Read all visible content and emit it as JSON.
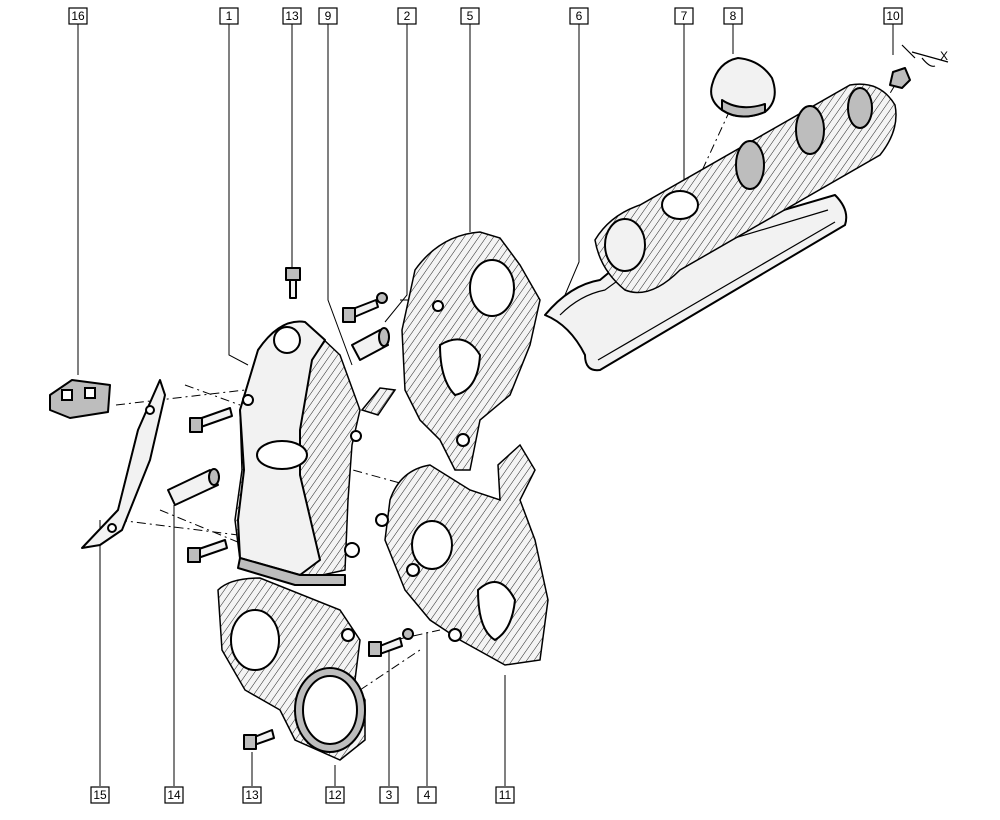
{
  "callouts_top": [
    "16",
    "1",
    "13",
    "9",
    "2",
    "5",
    "6",
    "7",
    "8",
    "10"
  ],
  "callouts_bottom": [
    "15",
    "14",
    "13",
    "12",
    "3",
    "4",
    "11"
  ],
  "angle_label": "X",
  "icons": {
    "part": "engine-timing-cover-part",
    "fastener": "bolt-icon"
  }
}
